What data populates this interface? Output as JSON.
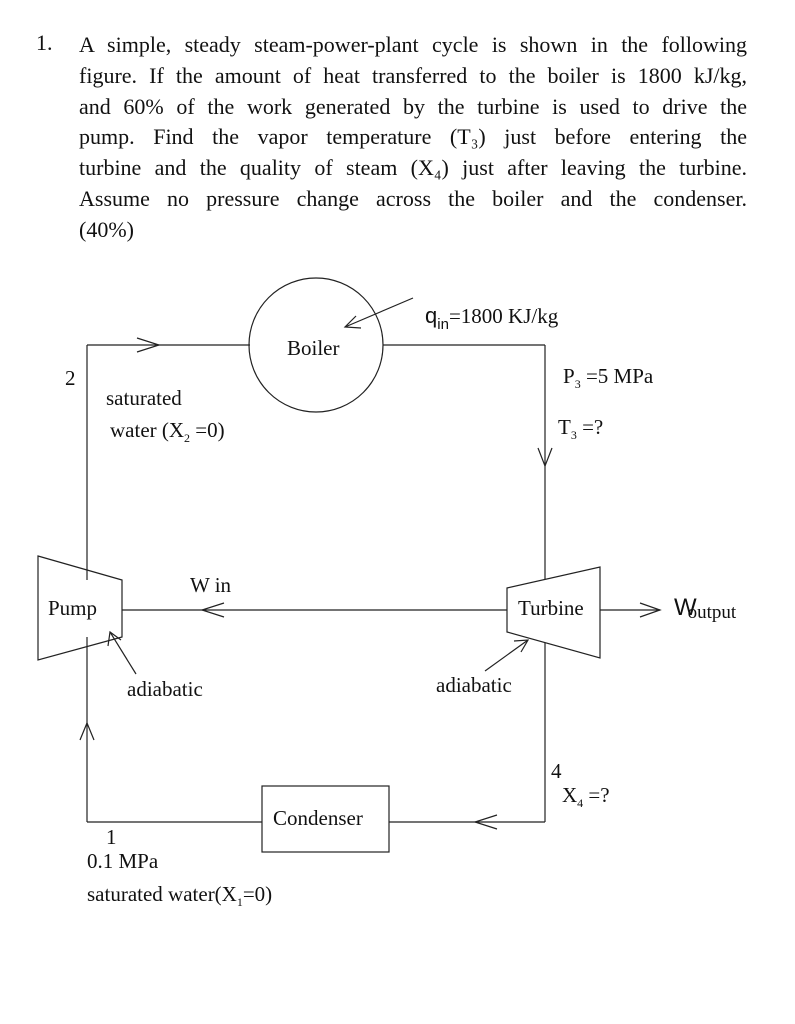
{
  "problem": {
    "number": "1.",
    "lines": [
      "A simple, steady steam-power-plant cycle is shown in the following",
      "figure.  If the amount of heat transferred to the boiler is 1800 kJ/kg,",
      "and 60% of the work generated by the turbine is used to drive the",
      "pump.  Find the vapor temperature (T₃) just before entering the",
      "turbine and the quality of steam (X₄) just after leaving the turbine.",
      "Assume no pressure change across the boiler and the condenser.",
      "(40%)"
    ]
  },
  "diagram": {
    "boiler": "Boiler",
    "turbine": "Turbine",
    "pump": "Pump",
    "condenser": "Condenser",
    "heat_in": {
      "symbol": "q",
      "subscript": "in",
      "value": "=1800 KJ/kg"
    },
    "state2": {
      "number": "2",
      "line1": "saturated",
      "line2_pre": "water  (X",
      "line2_sub": "2",
      "line2_post": " =0)"
    },
    "state3": {
      "p_sym": "P",
      "p_sub": "3",
      "p_val": " =5 MPa",
      "t_sym": "T",
      "t_sub": "3",
      "t_val": " =?"
    },
    "state4": {
      "number": "4",
      "x_sym": "X",
      "x_sub": "4",
      "x_val": " =?"
    },
    "state1": {
      "number": "1",
      "pressure": "0.1 MPa",
      "desc_pre": "saturated water(X",
      "desc_sub": "1",
      "desc_post": "=0)"
    },
    "w_in": "W in",
    "w_output": {
      "w": "W",
      "label": "output"
    },
    "pump_adiabatic": "adiabatic",
    "turbine_adiabatic": "adiabatic"
  }
}
